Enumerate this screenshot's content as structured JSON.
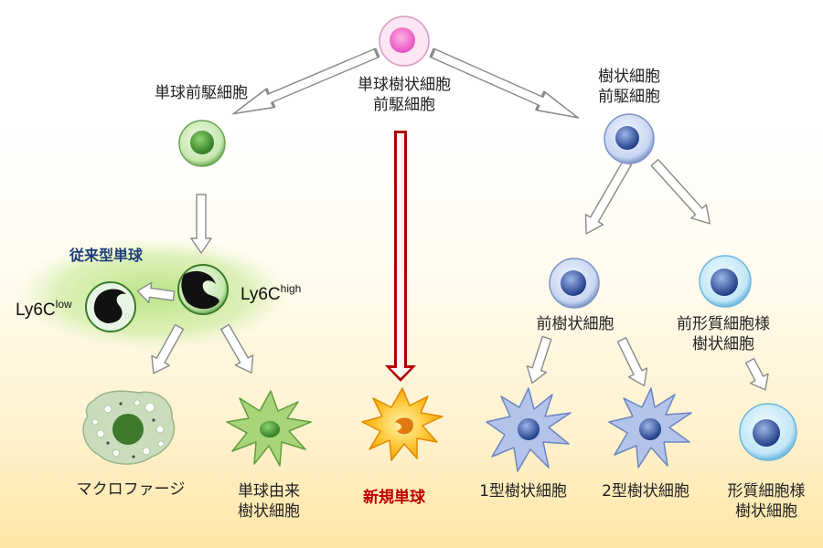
{
  "labels": {
    "monocyte_dc_precursor": [
      "単球樹状細胞",
      "前駆細胞"
    ],
    "monocyte_precursor": "単球前駆細胞",
    "dc_precursor": [
      "樹状細胞",
      "前駆細胞"
    ],
    "conventional_monocyte": "従来型単球",
    "ly6c_low": {
      "base": "Ly6C",
      "sup": "low"
    },
    "ly6c_high": {
      "base": "Ly6C",
      "sup": "high"
    },
    "macrophage": "マクロファージ",
    "monocyte_derived_dc": [
      "単球由来",
      "樹状細胞"
    ],
    "new_monocyte": "新規単球",
    "pre_dc": "前樹状細胞",
    "pre_pdc": [
      "前形質細胞様",
      "樹状細胞"
    ],
    "type1_dc": "1型樹状細胞",
    "type2_dc": "2型樹状細胞",
    "pdc": [
      "形質細胞様",
      "樹状細胞"
    ]
  },
  "colors": {
    "accent_red": "#c00000",
    "group_title": "#1f3d7a",
    "monocyte_green": "#4f9a3a",
    "dc_blue": "#2c4f9c",
    "progenitor_pink": "#f06ac8",
    "new_monocyte_orange": "#f5a000"
  }
}
